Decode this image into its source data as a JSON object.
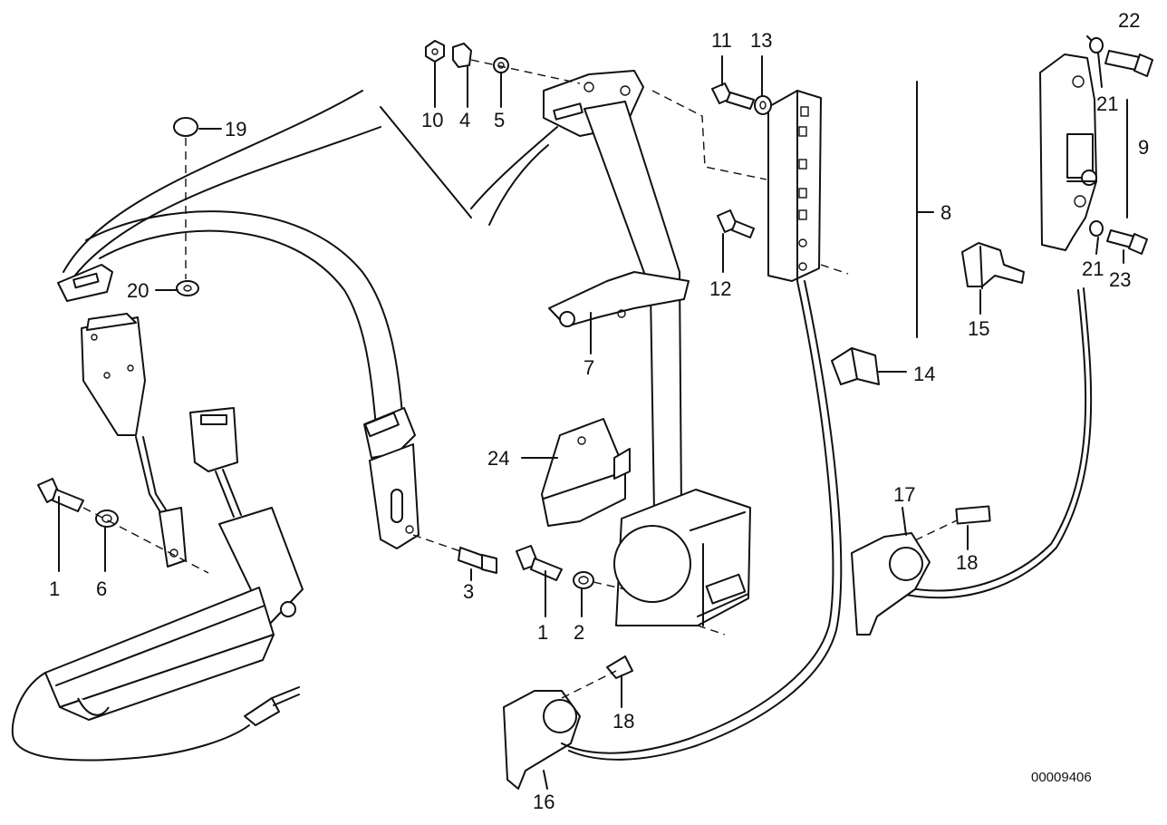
{
  "diagram": {
    "callouts": [
      "1",
      "6",
      "3",
      "1",
      "2",
      "16",
      "18",
      "17",
      "18",
      "24",
      "7",
      "10",
      "4",
      "5",
      "19",
      "20",
      "11",
      "13",
      "12",
      "8",
      "14",
      "15",
      "22",
      "21",
      "9",
      "21",
      "23"
    ],
    "catalog_number": "00009406"
  }
}
